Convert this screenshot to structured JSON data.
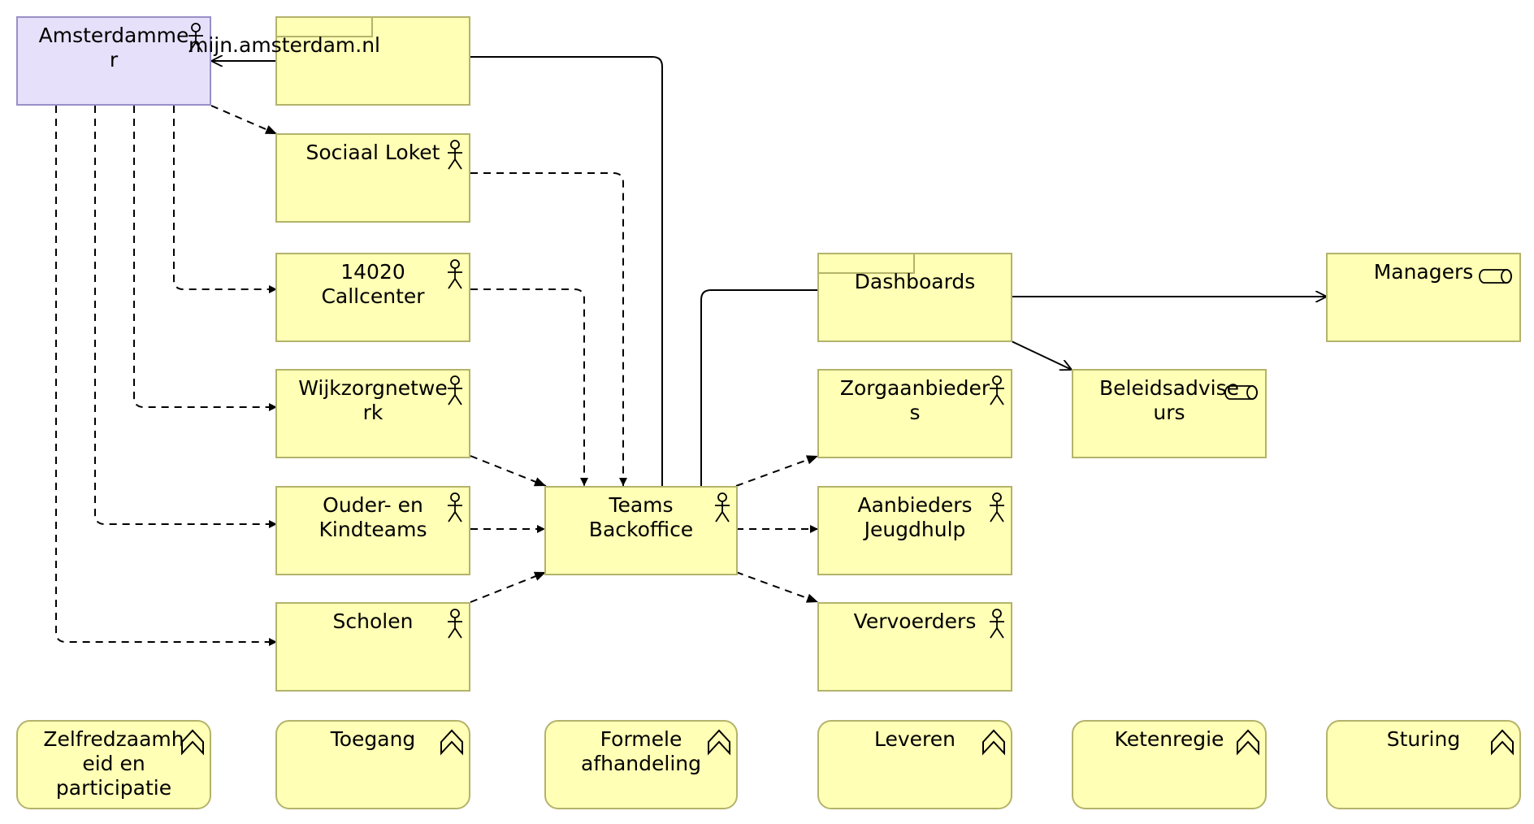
{
  "colors": {
    "element_fill": "#ffffb5",
    "element_stroke": "#b3b36b",
    "stakeholder_fill": "#e6e0fa",
    "stakeholder_stroke": "#9a8fc7",
    "line": "#000000"
  },
  "elements": {
    "amsterdammer": {
      "lines": [
        "Amsterdamme",
        "r"
      ],
      "type": "actor",
      "icon": "actor-icon"
    },
    "mijn_amsterdam": {
      "lines": [
        "mijn.amsterdam.nl"
      ],
      "type": "application-interface"
    },
    "sociaal_loket": {
      "lines": [
        "Sociaal Loket"
      ],
      "type": "actor",
      "icon": "actor-icon"
    },
    "callcenter": {
      "lines": [
        "14020",
        "Callcenter"
      ],
      "type": "actor",
      "icon": "actor-icon"
    },
    "wijkzorgnetwerk": {
      "lines": [
        "Wijkzorgnetwe",
        "rk"
      ],
      "type": "actor",
      "icon": "actor-icon"
    },
    "ouder_kindteams": {
      "lines": [
        "Ouder- en",
        "Kindteams"
      ],
      "type": "actor",
      "icon": "actor-icon"
    },
    "scholen": {
      "lines": [
        "Scholen"
      ],
      "type": "actor",
      "icon": "actor-icon"
    },
    "teams_backoffice": {
      "lines": [
        "Teams",
        "Backoffice"
      ],
      "type": "actor",
      "icon": "actor-icon"
    },
    "dashboards": {
      "lines": [
        "Dashboards"
      ],
      "type": "application-interface"
    },
    "managers": {
      "lines": [
        "Managers"
      ],
      "type": "role",
      "icon": "role-icon"
    },
    "beleidsadviseurs": {
      "lines": [
        "Beleidsadvise",
        "urs"
      ],
      "type": "role",
      "icon": "role-icon"
    },
    "zorgaanbieders": {
      "lines": [
        "Zorgaanbieder",
        "s"
      ],
      "type": "actor",
      "icon": "actor-icon"
    },
    "aanbieders_jeugdhulp": {
      "lines": [
        "Aanbieders",
        "Jeugdhulp"
      ],
      "type": "actor",
      "icon": "actor-icon"
    },
    "vervoerders": {
      "lines": [
        "Vervoerders"
      ],
      "type": "actor",
      "icon": "actor-icon"
    },
    "zelfredzaamheid": {
      "lines": [
        "Zelfredzaamh",
        "eid en",
        "participatie"
      ],
      "type": "value-stream",
      "icon": "value-stream-icon"
    },
    "toegang": {
      "lines": [
        "Toegang"
      ],
      "type": "value-stream",
      "icon": "value-stream-icon"
    },
    "formele_afhandeling": {
      "lines": [
        "Formele",
        "afhandeling"
      ],
      "type": "value-stream",
      "icon": "value-stream-icon"
    },
    "leveren": {
      "lines": [
        "Leveren"
      ],
      "type": "value-stream",
      "icon": "value-stream-icon"
    },
    "ketenregie": {
      "lines": [
        "Ketenregie"
      ],
      "type": "value-stream",
      "icon": "value-stream-icon"
    },
    "sturing": {
      "lines": [
        "Sturing"
      ],
      "type": "value-stream",
      "icon": "value-stream-icon"
    }
  },
  "relations": [
    {
      "from": "mijn_amsterdam",
      "to": "amsterdammer",
      "style": "solid-open-arrow"
    },
    {
      "from": "teams_backoffice",
      "to": "mijn_amsterdam",
      "style": "solid-line"
    },
    {
      "from": "teams_backoffice",
      "to": "dashboards",
      "style": "solid-line"
    },
    {
      "from": "dashboards",
      "to": "managers",
      "style": "solid-open-arrow"
    },
    {
      "from": "dashboards",
      "to": "beleidsadviseurs",
      "style": "solid-open-arrow"
    },
    {
      "from": "amsterdammer",
      "to": "sociaal_loket",
      "style": "dashed-filled-arrow"
    },
    {
      "from": "amsterdammer",
      "to": "callcenter",
      "style": "dashed-filled-arrow"
    },
    {
      "from": "amsterdammer",
      "to": "wijkzorgnetwerk",
      "style": "dashed-filled-arrow"
    },
    {
      "from": "amsterdammer",
      "to": "ouder_kindteams",
      "style": "dashed-filled-arrow"
    },
    {
      "from": "amsterdammer",
      "to": "scholen",
      "style": "dashed-filled-arrow"
    },
    {
      "from": "sociaal_loket",
      "to": "teams_backoffice",
      "style": "dashed-filled-arrow"
    },
    {
      "from": "callcenter",
      "to": "teams_backoffice",
      "style": "dashed-filled-arrow"
    },
    {
      "from": "wijkzorgnetwerk",
      "to": "teams_backoffice",
      "style": "dashed-filled-arrow"
    },
    {
      "from": "ouder_kindteams",
      "to": "teams_backoffice",
      "style": "dashed-filled-arrow"
    },
    {
      "from": "scholen",
      "to": "teams_backoffice",
      "style": "dashed-filled-arrow"
    },
    {
      "from": "teams_backoffice",
      "to": "zorgaanbieders",
      "style": "dashed-filled-arrow"
    },
    {
      "from": "teams_backoffice",
      "to": "aanbieders_jeugdhulp",
      "style": "dashed-filled-arrow"
    },
    {
      "from": "teams_backoffice",
      "to": "vervoerders",
      "style": "dashed-filled-arrow"
    }
  ]
}
